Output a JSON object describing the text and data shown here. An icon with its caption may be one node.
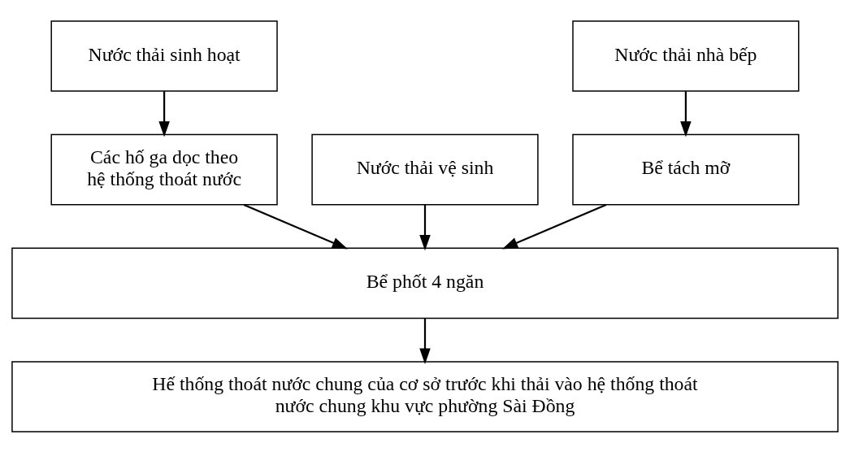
{
  "diagram": {
    "nodes": [
      {
        "text": [
          "Nước thải sinh hoạt"
        ]
      },
      {
        "text": [
          "Nước thải nhà bếp"
        ]
      },
      {
        "text": [
          "Nước thải vệ sinh"
        ]
      },
      {
        "text": [
          "Các hố ga dọc theo hệ thống thoát nước"
        ]
      },
      {
        "text": [
          "Bể tách mỡ"
        ]
      },
      {
        "text": [
          "Bể phốt 4 ngăn"
        ]
      },
      {
        "text": [
          "Hế thống thoát nước chung của cơ sở trước khi thải vào hệ thống thoát nước chung khu vực phường Sài Đồng"
        ]
      }
    ],
    "edges": [
      {
        "from": 0,
        "to": 3,
        "arrow": "to"
      },
      {
        "from": 1,
        "to": 4,
        "arrow": "to"
      },
      {
        "from": 3,
        "to": 5,
        "arrow": "to"
      },
      {
        "from": 4,
        "to": 5,
        "arrow": "to"
      },
      {
        "from": 2,
        "to": 5,
        "arrow": "to"
      },
      {
        "from": 5,
        "to": 6,
        "arrow": "to"
      }
    ]
  }
}
